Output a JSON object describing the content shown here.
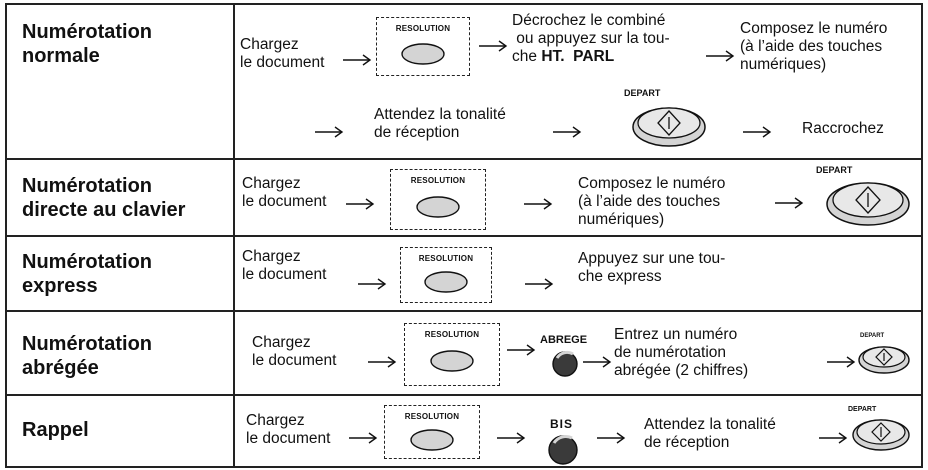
{
  "rows": [
    {
      "title_line1": "Numérotation",
      "title_line2": "normale",
      "load_line1": "Chargez",
      "load_line2": "le document",
      "resolution": "RESOLUTION",
      "step2_line1": "Décrochez le combiné",
      "step2_line2": " ou appuyez sur la tou-",
      "step2_line3a": "che ",
      "step2_line3b": "HT.  PARL",
      "step3_line1": "Composez le numéro",
      "step3_line2": "(à l’aide des touches",
      "step3_line3": "numériques)",
      "wait_line1": "Attendez la tonalité",
      "wait_line2": "de réception",
      "depart": "DEPART",
      "hangup": "Raccrochez"
    },
    {
      "title_line1": "Numérotation",
      "title_line2": "directe au clavier",
      "load_line1": "Chargez",
      "load_line2": "le document",
      "resolution": "RESOLUTION",
      "step_line1": "Composez le numéro",
      "step_line2": "(à l’aide des touches",
      "step_line3": "numériques)",
      "depart": "DEPART"
    },
    {
      "title_line1": "Numérotation",
      "title_line2": "express",
      "load_line1": "Chargez",
      "load_line2": "le document",
      "resolution": "RESOLUTION",
      "step_line1": "Appuyez sur une tou-",
      "step_line2": "che express"
    },
    {
      "title_line1": "Numérotation",
      "title_line2": "abrégée",
      "load_line1": "Chargez",
      "load_line2": "le document",
      "resolution": "RESOLUTION",
      "key": "ABREGE",
      "step_line1": "Entrez un numéro",
      "step_line2": "de numérotation",
      "step_line3": "abrégée (2 chiffres)",
      "depart": "DEPART"
    },
    {
      "title_line1": "Rappel",
      "load_line1": "Chargez",
      "load_line2": "le document",
      "resolution": "RESOLUTION",
      "key": "BIS",
      "step_line1": "Attendez la tonalité",
      "step_line2": "de réception",
      "depart": "DEPART"
    }
  ]
}
